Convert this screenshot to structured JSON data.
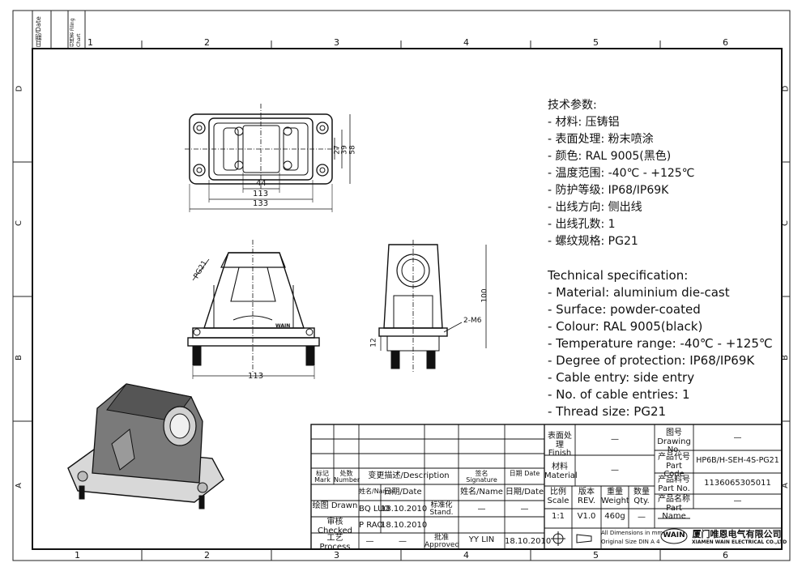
{
  "sidebar": {
    "date_label": "日期/Date",
    "filing_label": "归档表 Filing Chart"
  },
  "grid": {
    "columns": [
      "1",
      "2",
      "3",
      "4",
      "5",
      "6"
    ],
    "rows": [
      "D",
      "C",
      "B",
      "A"
    ]
  },
  "dimensions": {
    "top_44": "44",
    "top_113": "113",
    "top_133": "133",
    "right_27": "27",
    "right_39": "39",
    "right_58": "58",
    "front_113": "113",
    "front_pg21": "PG21",
    "side_100": "100",
    "side_12": "12",
    "side_m6": "2-M6",
    "logo": "WAIN"
  },
  "spec_cn": {
    "title": "技术参数:",
    "items": [
      "- 材料: 压铸铝",
      "- 表面处理: 粉末喷涂",
      "- 颜色: RAL 9005(黑色)",
      "- 温度范围: -40℃ - +125℃",
      "- 防护等级: IP68/IP69K",
      "- 出线方向: 侧出线",
      "- 出线孔数: 1",
      "- 螺纹规格: PG21"
    ]
  },
  "spec_en": {
    "title": "Technical specification:",
    "items": [
      "- Material: aluminium die-cast",
      "- Surface: powder-coated",
      "- Colour: RAL 9005(black)",
      "- Temperature range: -40℃ - +125℃",
      "- Degree of protection: IP68/IP69K",
      "- Cable entry: side entry",
      "- No. of cable entries: 1",
      "- Thread size: PG21"
    ]
  },
  "title_block": {
    "mark": "标记 Mark",
    "number": "处数 Number",
    "description": "变更描述/Description",
    "signature": "签名 Signature",
    "date": "日期 Date",
    "name": "姓名/Name",
    "date2": "日期/Date",
    "name2": "姓名/Name",
    "date3": "日期/Date",
    "drawn": "绘图 Drawn",
    "drawn_name": "BQ LUO",
    "drawn_date": "18.10.2010",
    "stand": "标准化 Stand.",
    "stand_name": "—",
    "stand_date": "—",
    "checked": "审核 Checked",
    "checked_name": "P RAO",
    "checked_date": "18.10.2010",
    "process": "工艺 Process",
    "process_name": "—",
    "process_date": "—",
    "approved": "批准 Approved",
    "approved_name": "YY LIN",
    "approved_date": "18.10.2010",
    "finish_label": "表面处理 Finish",
    "finish_value": "—",
    "material_label": "材料 Material",
    "material_value": "—",
    "scale_label": "比例 Scale",
    "scale_value": "1:1",
    "rev_label": "版本 REV.",
    "rev_value": "V1.0",
    "weight_label": "重量 Weight",
    "weight_value": "460g",
    "qty_label": "数量 Qty.",
    "qty_value": "—",
    "drawing_no_label": "图号 Drawing No.",
    "drawing_no_value": "—",
    "part_code_label": "产品代号 Part Code",
    "part_code_value": "HP6B/H-SEH-4S-PG21",
    "part_no_label": "产品料号 Part No.",
    "part_no_value": "1136065305011",
    "part_name_label": "产品名称 Part Name",
    "part_name_value": "—",
    "dims_note1": "All Dimensions in mm",
    "dims_note2": "Original Size DIN A 4",
    "company_cn": "厦门唯恩电气有限公司",
    "company_en": "XIAMEN WAIN ELECTRICAL CO.,LTD",
    "logo": "WAIN"
  }
}
